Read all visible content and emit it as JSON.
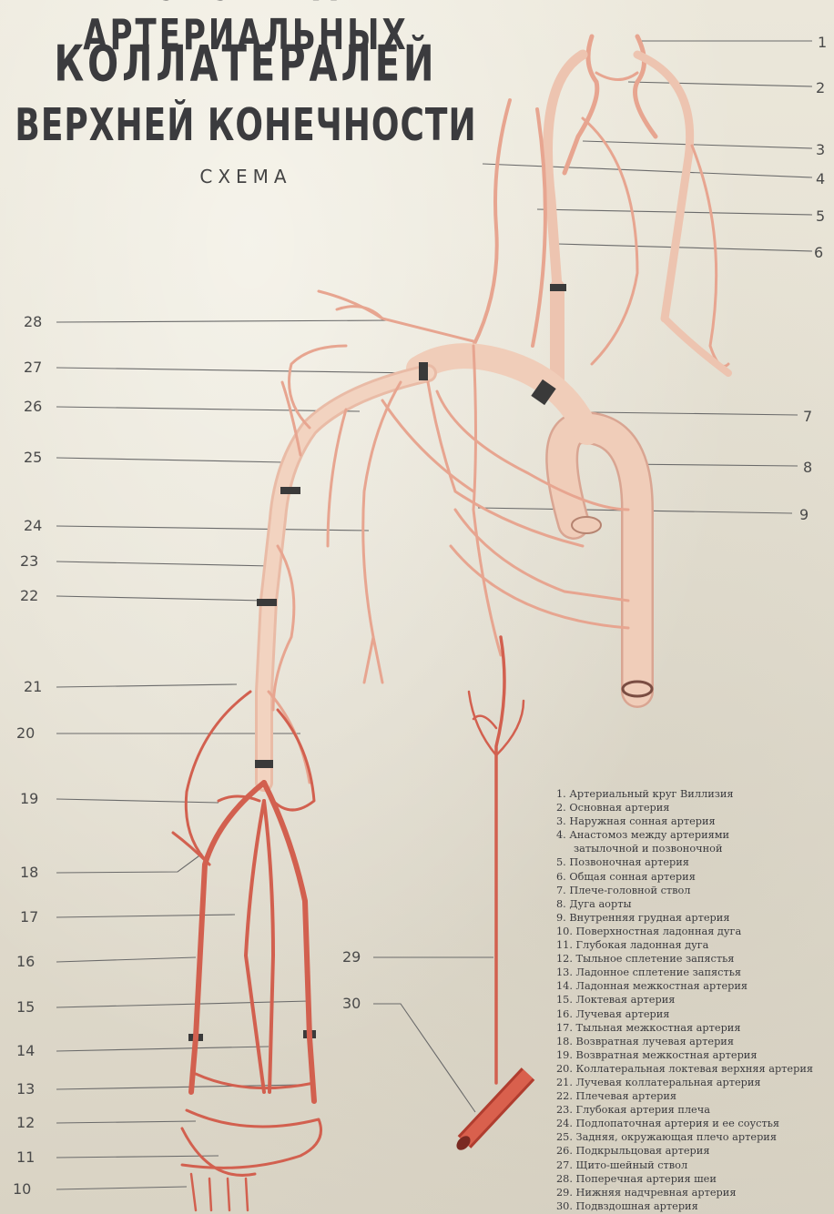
{
  "title": {
    "line1": "СИСТЕМА АРТЕРИАЛЬНЫХ",
    "line2": "КОЛЛАТЕРАЛЕЙ",
    "line3": "ВЕРХНЕЙ КОНЕЧНОСТИ",
    "subtitle": "СХЕМА"
  },
  "colors": {
    "paper": "#e6e1d3",
    "artery_main": "#edc4b0",
    "artery_branch": "#e7a590",
    "artery_red": "#d2604f",
    "text": "#3b3b3e"
  },
  "callouts": {
    "right": [
      "1",
      "2",
      "3",
      "4",
      "5",
      "6",
      "7",
      "8",
      "9"
    ],
    "left": [
      "28",
      "27",
      "26",
      "25",
      "24",
      "23",
      "22",
      "21",
      "20",
      "19",
      "18",
      "17",
      "16",
      "15",
      "14",
      "13",
      "12",
      "11",
      "10"
    ],
    "center": [
      "29",
      "30"
    ]
  },
  "legend": [
    "1. Артериальный круг Виллизия",
    "2. Основная артерия",
    "3. Наружная сонная артерия",
    "4. Анастомоз между артериями",
    "затылочной и позвоночной",
    "5. Позвоночная артерия",
    "6. Общая сонная артерия",
    "7. Плече-головной ствол",
    "8. Дуга аорты",
    "9. Внутренняя грудная артерия",
    "10. Поверхностная ладонная дуга",
    "11. Глубокая ладонная дуга",
    "12. Тыльное сплетение запястья",
    "13. Ладонное сплетение запястья",
    "14. Ладонная межкостная артерия",
    "15. Локтевая артерия",
    "16. Лучевая артерия",
    "17. Тыльная межкостная артерия",
    "18. Возвратная лучевая артерия",
    "19. Возвратная межкостная артерия",
    "20. Коллатеральная локтевая верхняя артерия",
    "21. Лучевая коллатеральная артерия",
    "22. Плечевая артерия",
    "23. Глубокая артерия плеча",
    "24. Подлопаточная артерия и ее соустья",
    "25. Задняя, окружающая плечо артерия",
    "26. Подкрыльцовая артерия",
    "27. Щито-шейный ствол",
    "28. Поперечная артерия шеи",
    "29. Нижняя надчревная артерия",
    "30. Подвздошная артерия"
  ]
}
